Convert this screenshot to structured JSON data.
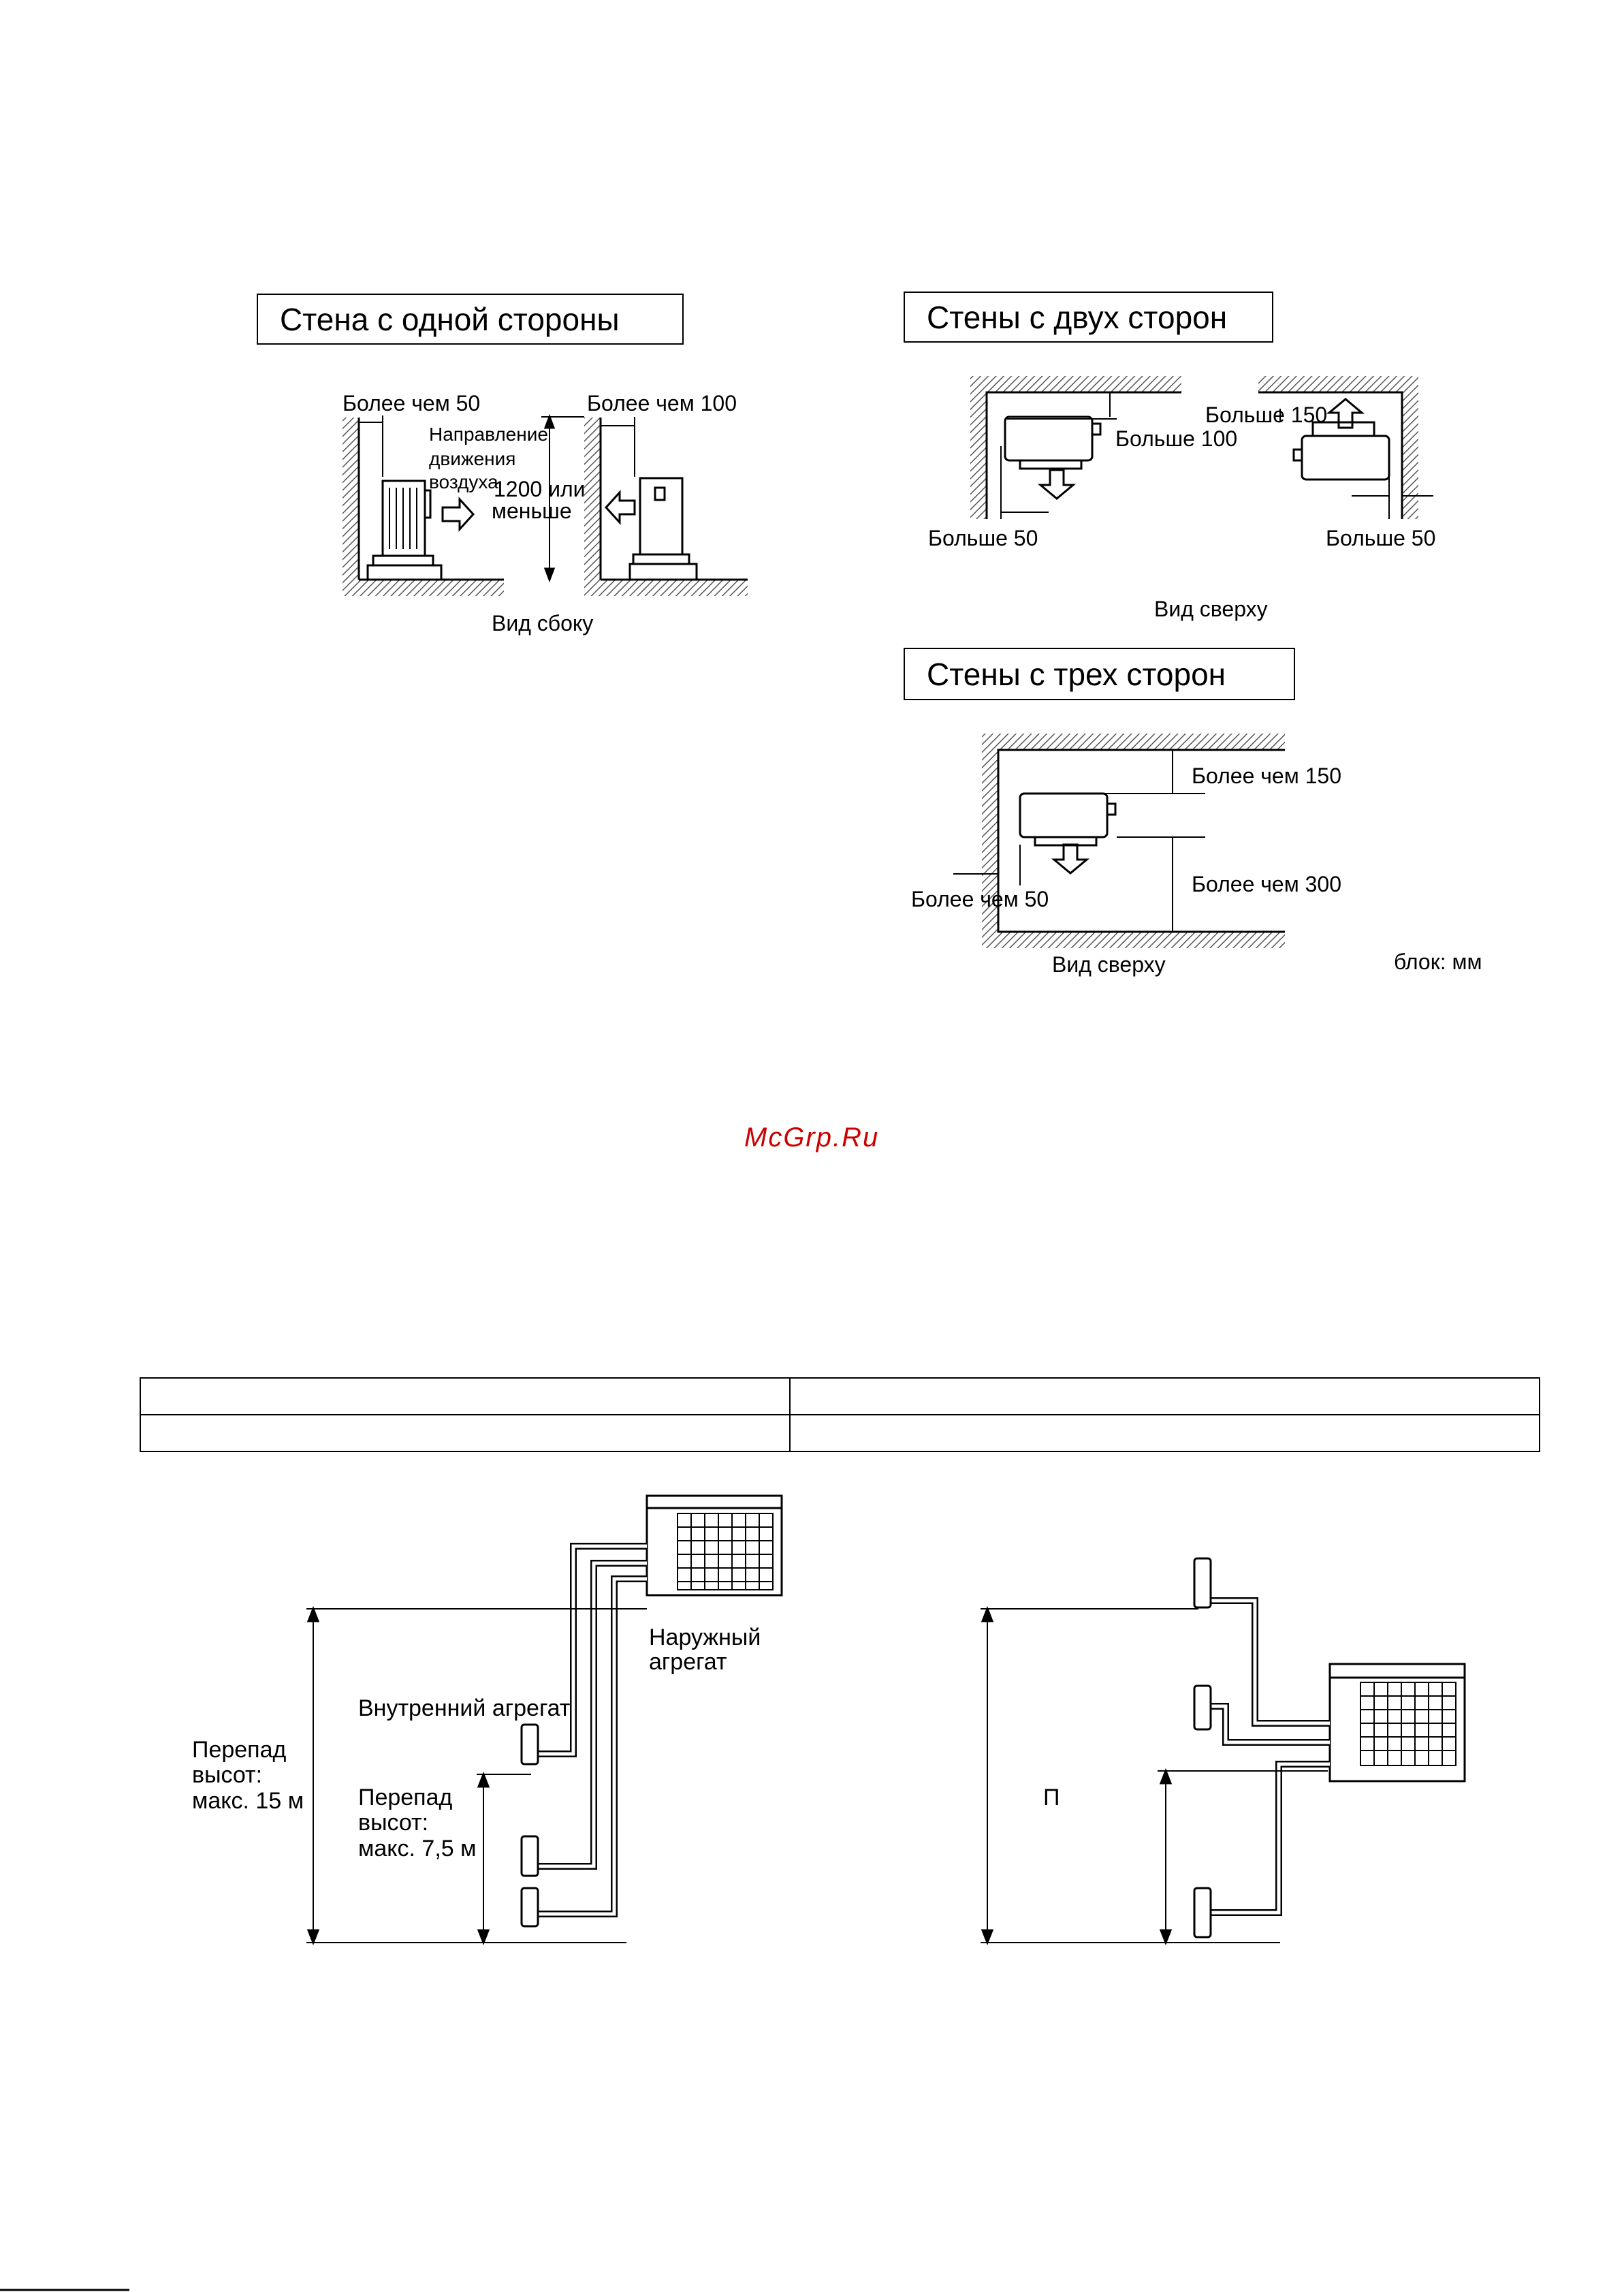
{
  "sections": {
    "one_wall": {
      "title": "Стена с одной стороны",
      "left_gap": "Более чем 50",
      "right_gap": "Более чем 100",
      "airflow_line1": "Направление",
      "airflow_line2": "движения",
      "airflow_line3": "воздуха",
      "height_line1": "1200 или",
      "height_line2": "меньше",
      "caption": "Вид сбоку"
    },
    "two_walls": {
      "title": "Стены с двух сторон",
      "top_left": "Больше 100",
      "top_right": "Больше 150",
      "bottom_left": "Больше 50",
      "bottom_right": "Больше 50",
      "caption": "Вид сверху"
    },
    "three_walls": {
      "title": "Стены с трех сторон",
      "top": "Более чем 150",
      "side": "Более чем 50",
      "bottom": "Более чем 300",
      "caption": "Вид сверху",
      "unit_note": "блок: мм"
    }
  },
  "watermark": "McGrp.Ru",
  "height_diagram_left": {
    "outdoor_line1": "Наружный",
    "outdoor_line2": "агрегат",
    "indoor": "Внутренний агрегат",
    "total_line1": "Перепад",
    "total_line2": "высот:",
    "total_line3": "макс. 15 м",
    "partial_line1": "Перепад",
    "partial_line2": "высот:",
    "partial_line3": "макс. 7,5 м"
  },
  "height_diagram_right": {
    "mark": "П"
  },
  "colors": {
    "ink": "#000000",
    "watermark": "#cc0000",
    "hatch": "#555555"
  }
}
